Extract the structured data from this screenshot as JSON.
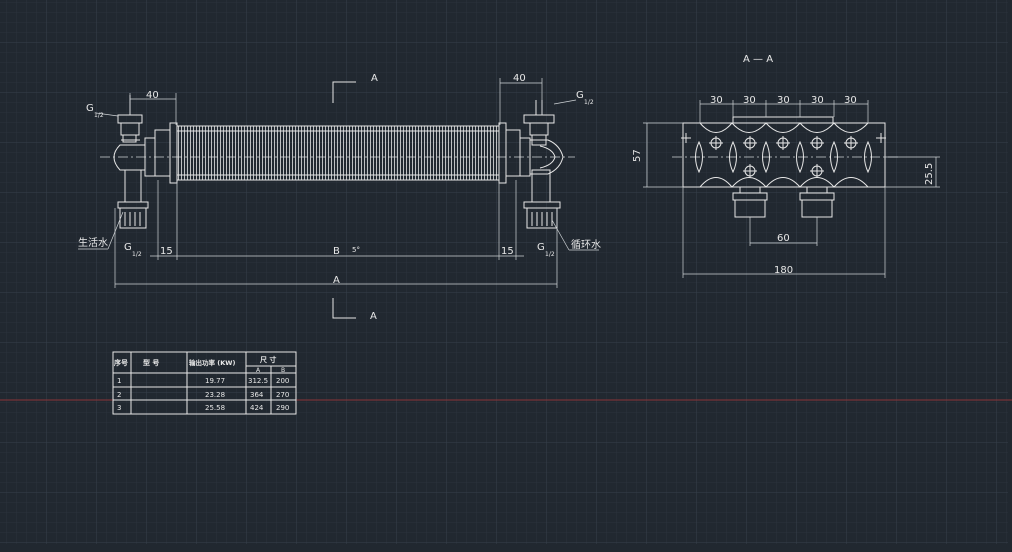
{
  "colors": {
    "background": "#212830",
    "grid_major": "#36404b",
    "grid_minor": "#2a323c",
    "crosshair": "#8b3438",
    "linework": "#e6e6e6"
  },
  "front_view": {
    "section_mark_top": "A",
    "section_mark_bottom": "A",
    "dim_left_flange": "40",
    "dim_right_flange": "40",
    "dim_left_gap": "15",
    "dim_right_gap": "15",
    "dim_B": "B",
    "dim_A": "A",
    "center_note": "5°",
    "thread_top_left": "G",
    "thread_top_left_frac": "1/2",
    "thread_top_right": "G",
    "thread_top_right_frac": "1/2",
    "thread_bottom_left": "G",
    "thread_bottom_left_frac": "1/2",
    "thread_bottom_right": "G",
    "thread_bottom_right_frac": "1/2",
    "label_domestic_water": "生活水",
    "label_circulating_water": "循环水"
  },
  "section_view": {
    "title": "A — A",
    "spacings": [
      "30",
      "30",
      "30",
      "30",
      "30"
    ],
    "height": "57",
    "half_height": "25.5",
    "pipe_spacing": "60",
    "width": "180"
  },
  "table": {
    "headers": {
      "index": "序号",
      "model": "型 号",
      "power": "输出功率 (KW)",
      "size": "尺 寸",
      "size_a": "A",
      "size_b": "B"
    },
    "rows": [
      {
        "index": "1",
        "model": "",
        "power": "19.77",
        "a": "312.5",
        "b": "200"
      },
      {
        "index": "2",
        "model": "",
        "power": "23.28",
        "a": "364",
        "b": "270"
      },
      {
        "index": "3",
        "model": "",
        "power": "25.58",
        "a": "424",
        "b": "290"
      }
    ]
  }
}
